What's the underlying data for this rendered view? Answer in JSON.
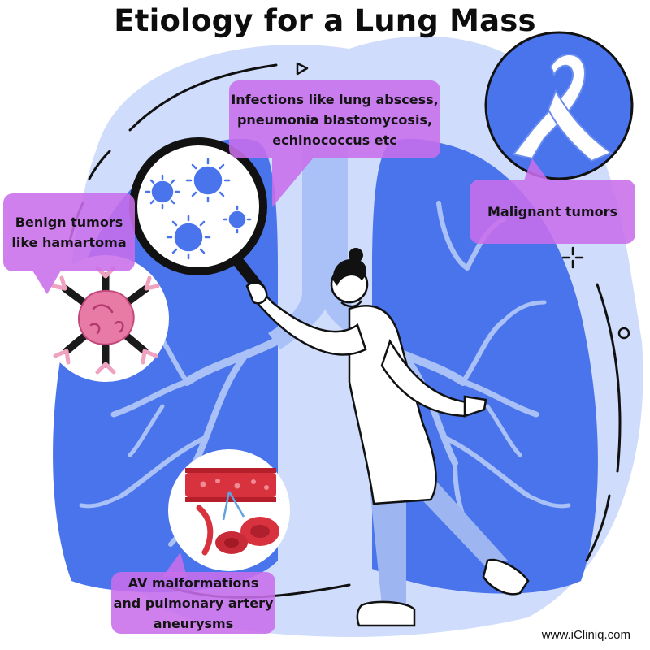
{
  "title": "Etiology for a Lung Mass",
  "callouts": {
    "infections": {
      "lines": [
        "Infections like lung abscess,",
        "pneumonia blastomycosis,",
        "echinococcus etc"
      ]
    },
    "benign": {
      "lines": [
        "Benign tumors",
        "like hamartoma"
      ]
    },
    "malignant": {
      "lines": [
        "Malignant tumors"
      ]
    },
    "vascular": {
      "lines": [
        "AV malformations",
        "and pulmonary artery",
        "aneurysms"
      ]
    }
  },
  "watermark": "www.iCliniq.com",
  "icons": [
    "magnifier-icon",
    "virus-icon",
    "awareness-ribbon-icon",
    "tumor-cell-icon",
    "blood-vessel-icon",
    "red-blood-cell-icon",
    "doctor-figure",
    "lungs-illustration"
  ],
  "colors": {
    "lung_blue": "#4a74ec",
    "bronchi_light": "#a9c1f7",
    "backdrop_blue": "#cfdcfb",
    "callout_purple": "#c86eeb",
    "tumor_pink": "#e87aa6",
    "vessel_red": "#d8323f"
  }
}
